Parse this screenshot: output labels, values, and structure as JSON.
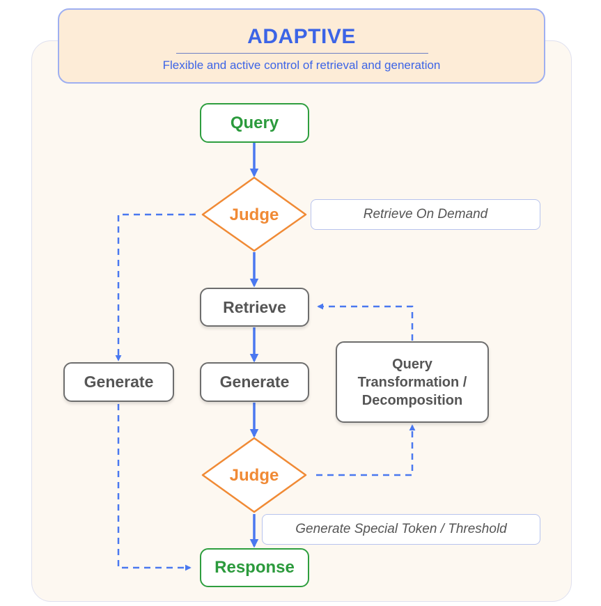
{
  "header": {
    "title": "ADAPTIVE",
    "subtitle": "Flexible and  active control of retrieval and generation"
  },
  "nodes": {
    "query": "Query",
    "judge_top": "Judge",
    "retrieve": "Retrieve",
    "generate_left": "Generate",
    "generate_center": "Generate",
    "query_transformation_lines": [
      "Query",
      "Transformation /",
      "Decomposition"
    ],
    "judge_bottom": "Judge",
    "response": "Response"
  },
  "notes": {
    "retrieve_on_demand": "Retrieve On  Demand",
    "special_token": "Generate Special Token / Threshold"
  },
  "colors": {
    "title_blue": "#3c64e6",
    "arrow_blue": "#4a78f0",
    "green": "#2e9e3f",
    "orange": "#f08a35",
    "gray_text": "#555555",
    "header_fill": "#fdecd7",
    "panel_fill": "#fdf8f1"
  }
}
